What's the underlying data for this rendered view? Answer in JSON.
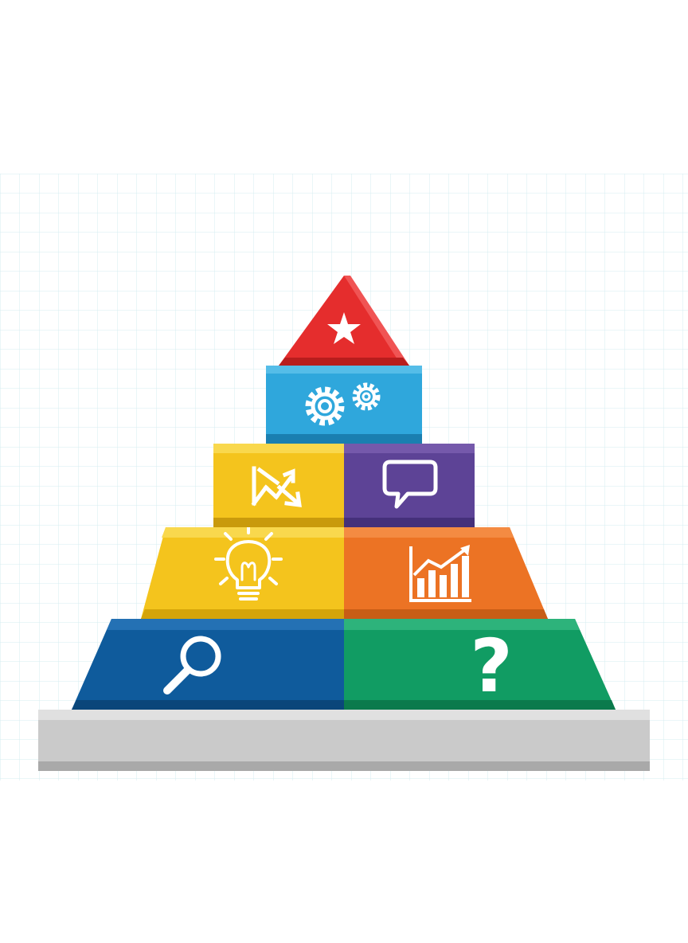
{
  "diagram": {
    "type": "pyramid",
    "levels": [
      {
        "level": "top",
        "blocks": [
          {
            "color": "#e52d2d",
            "icon": "star-icon"
          }
        ]
      },
      {
        "level": "level-2",
        "blocks": [
          {
            "color": "#2fa7dc",
            "icon": "gears-icon"
          }
        ]
      },
      {
        "level": "level-3",
        "blocks": [
          {
            "color": "#f4c41d",
            "icon": "split-arrows-icon"
          },
          {
            "color": "#5d4396",
            "icon": "speech-bubble-icon"
          }
        ]
      },
      {
        "level": "level-4",
        "blocks": [
          {
            "color": "#f4c41d",
            "icon": "lightbulb-icon"
          },
          {
            "color": "#ec7324",
            "icon": "bar-chart-growth-icon"
          }
        ]
      },
      {
        "level": "base",
        "blocks": [
          {
            "color": "#0f5b9c",
            "icon": "magnifier-icon"
          },
          {
            "color": "#119c63",
            "icon": "question-mark-icon"
          }
        ]
      }
    ],
    "question_glyph": "?",
    "background": "grid-paper",
    "grid_color": "#d6ecf0",
    "plinth_color": "#c9c9c9"
  }
}
